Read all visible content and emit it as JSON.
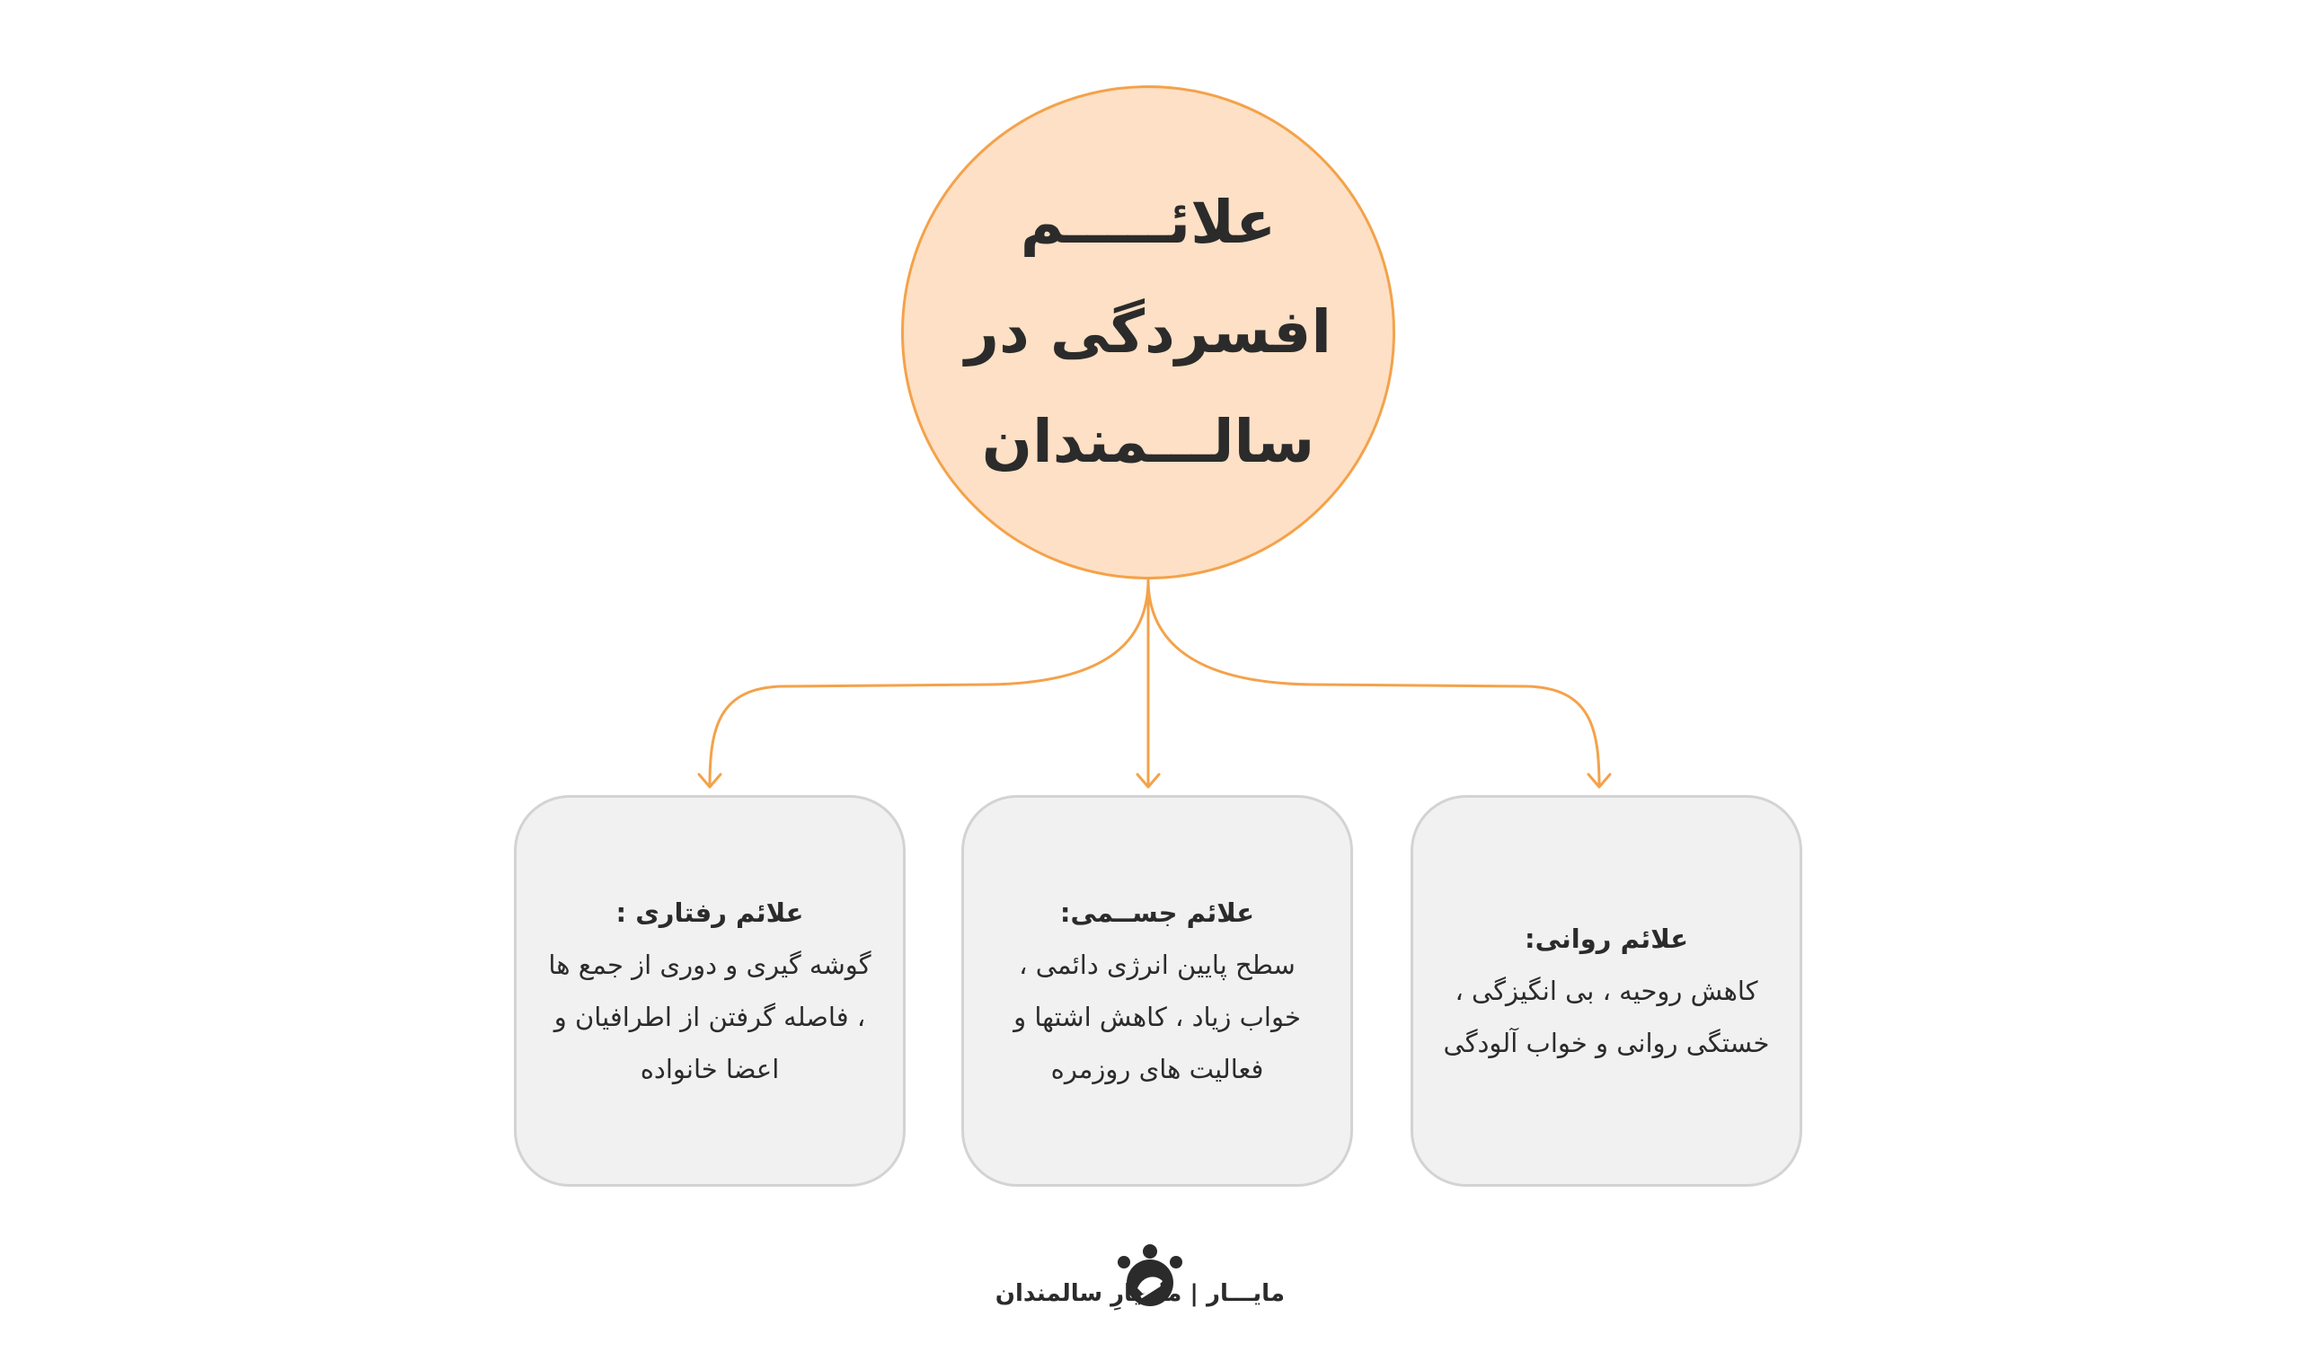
{
  "colors": {
    "accent": "#f4a24a",
    "center_fill": "#fde0c5",
    "box_fill": "#f1f1f1",
    "box_border": "#d3d3d3",
    "text": "#2b2b2b"
  },
  "center": {
    "lines": [
      "علائـــــم",
      "افسردگی در",
      "سالـــمندان"
    ]
  },
  "boxes": [
    {
      "title": "علائم رفتاری  :",
      "lines": [
        "گوشه گیری و دوری از جمع ها",
        "، فاصله گرفتن از اطرافیان و",
        "اعضا خانواده"
      ]
    },
    {
      "title": "علائم جســمی:",
      "lines": [
        "سطح پایین انرژی دائمی ،",
        "خواب زیاد ، کاهش اشتها و",
        "فعالیت های روزمره"
      ]
    },
    {
      "title": "علائم روانی:",
      "lines": [
        "کاهش روحیه ، بی انگیزگی ،",
        "خستگی روانی و خواب آلودگی"
      ]
    }
  ],
  "branding": {
    "text": "مایـــار | ما، یارِ سالمندان",
    "logo_icon": "elderly-care-logo-icon"
  }
}
